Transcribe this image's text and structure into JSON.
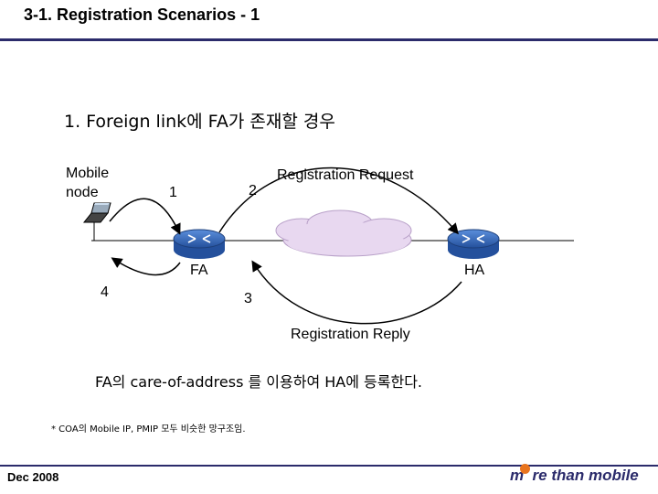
{
  "header": {
    "title": "3-1. Registration Scenarios - 1"
  },
  "slide": {
    "subtitle": "1. Foreign link에 FA가 존재할 경우",
    "mobile_node_label_line1": "Mobile",
    "mobile_node_label_line2": "node",
    "step1": "1",
    "step2": "2",
    "step3": "3",
    "step4": "4",
    "request_label": "Registration Request",
    "reply_label": "Registration Reply",
    "fa_label": "FA",
    "ha_label": "HA",
    "explanation": "FA의 care-of-address 를 이용하여 HA에 등록한다.",
    "note": "* COA의 Mobile IP, PMIP 모두 비슷한 망구조임."
  },
  "footer": {
    "date": "Dec  2008",
    "brand": "m  re than mobile"
  },
  "colors": {
    "title_rule": "#2b2b6b",
    "router": "#3a6fc4",
    "cloud": "#e8d8f0",
    "brand_dot": "#e8741e"
  },
  "icons": [
    "laptop-icon",
    "router-icon",
    "cloud-icon"
  ]
}
